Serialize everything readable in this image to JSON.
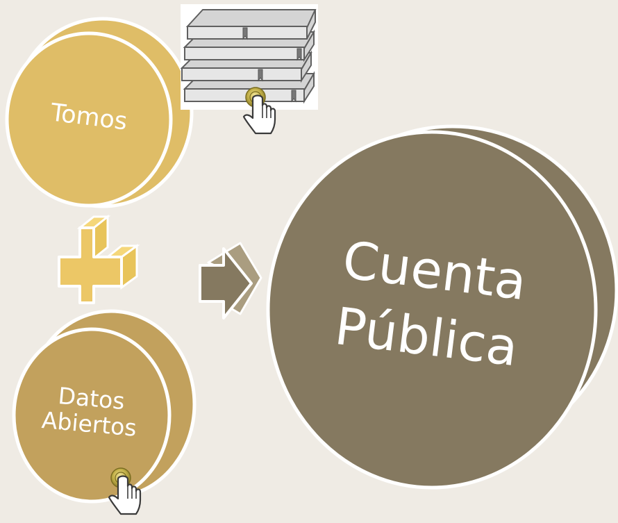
{
  "diagram": {
    "nodes": {
      "tomos": {
        "label": "Tomos"
      },
      "datos_abiertos": {
        "line1": "Datos",
        "line2": "Abiertos"
      },
      "cuenta_publica": {
        "line1": "Cuenta",
        "line2": "Pública"
      }
    },
    "operators": {
      "plus": "plus-icon",
      "arrow": "arrow-right-icon"
    },
    "icons": {
      "books": "books-icon",
      "pointer": "hand-pointer-icon"
    }
  },
  "colors": {
    "background": "#efebe4",
    "tomos": "#dfbd67",
    "datos_abiertos": "#c2a15d",
    "cuenta_publica": "#857960",
    "plus": "#ecc766",
    "arrow": "#857960",
    "books": "#8a8a8a"
  }
}
